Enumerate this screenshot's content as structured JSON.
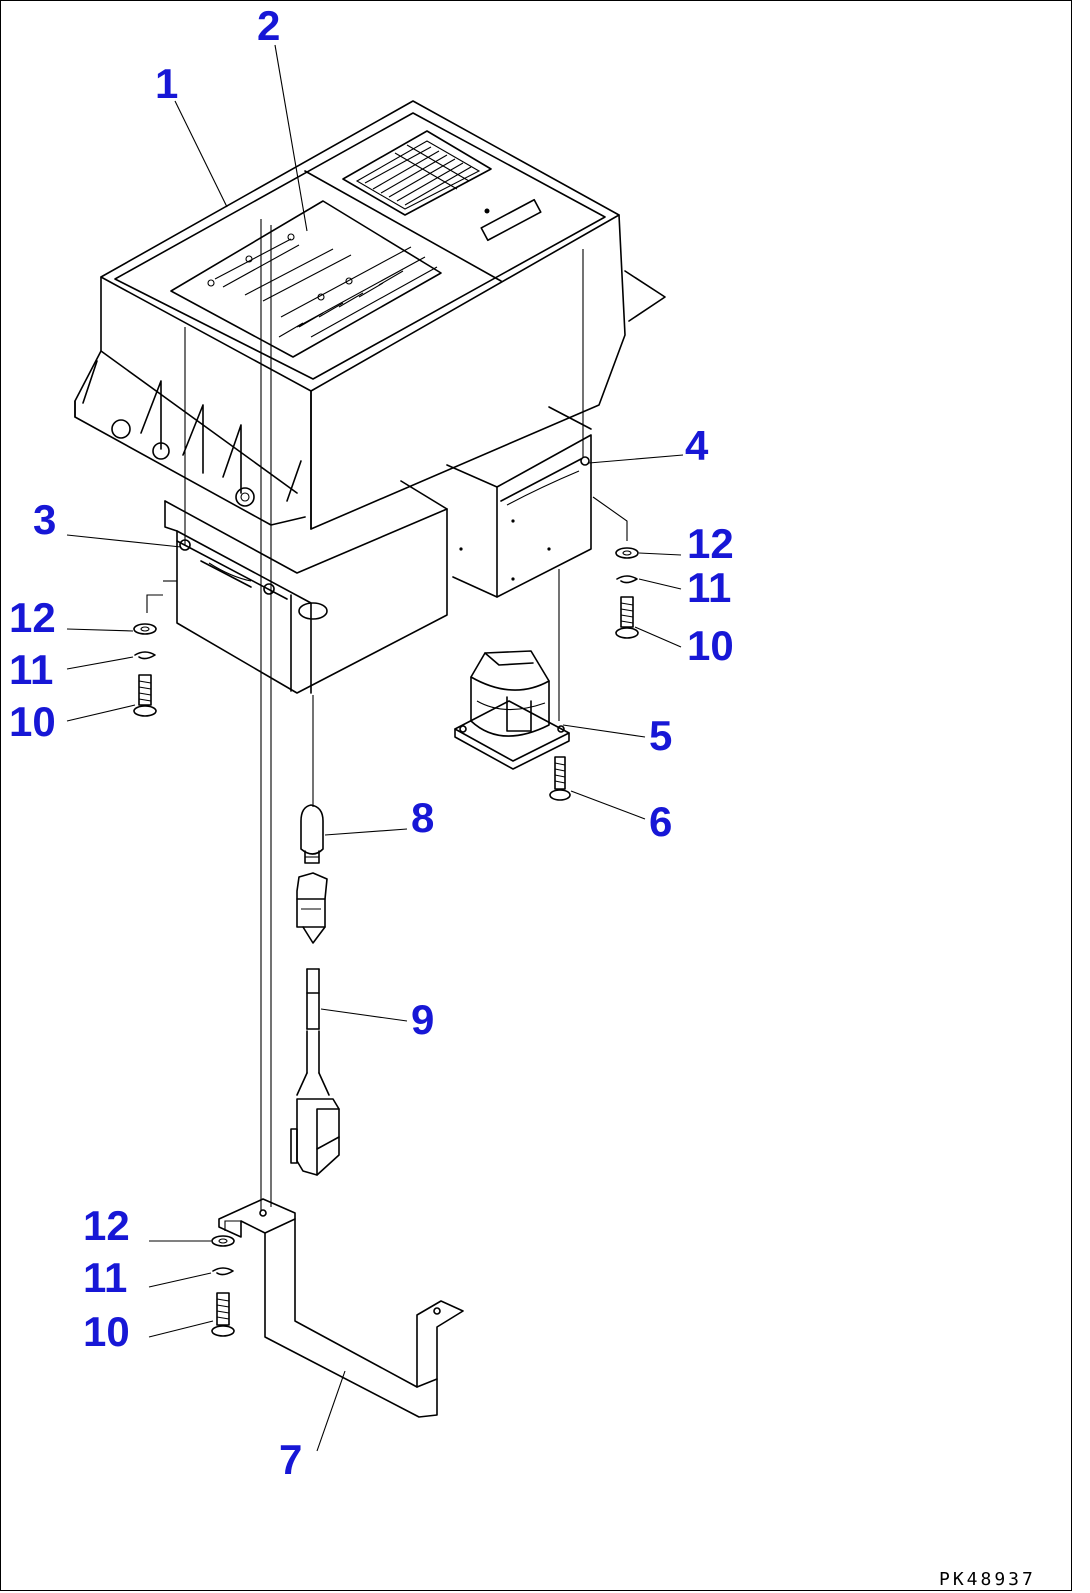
{
  "drawing_code": "PK48937",
  "callouts": {
    "c1": "1",
    "c2": "2",
    "c3": "3",
    "c4": "4",
    "c5": "5",
    "c6": "6",
    "c7": "7",
    "c8": "8",
    "c9": "9",
    "c10_left": "10",
    "c11_left": "11",
    "c12_left": "12",
    "c10_right": "10",
    "c11_right": "11",
    "c12_right": "12",
    "c10_bottom": "10",
    "c11_bottom": "11",
    "c12_bottom": "12"
  },
  "colors": {
    "callout": "#1717d6",
    "line": "#000000",
    "background": "#ffffff"
  }
}
